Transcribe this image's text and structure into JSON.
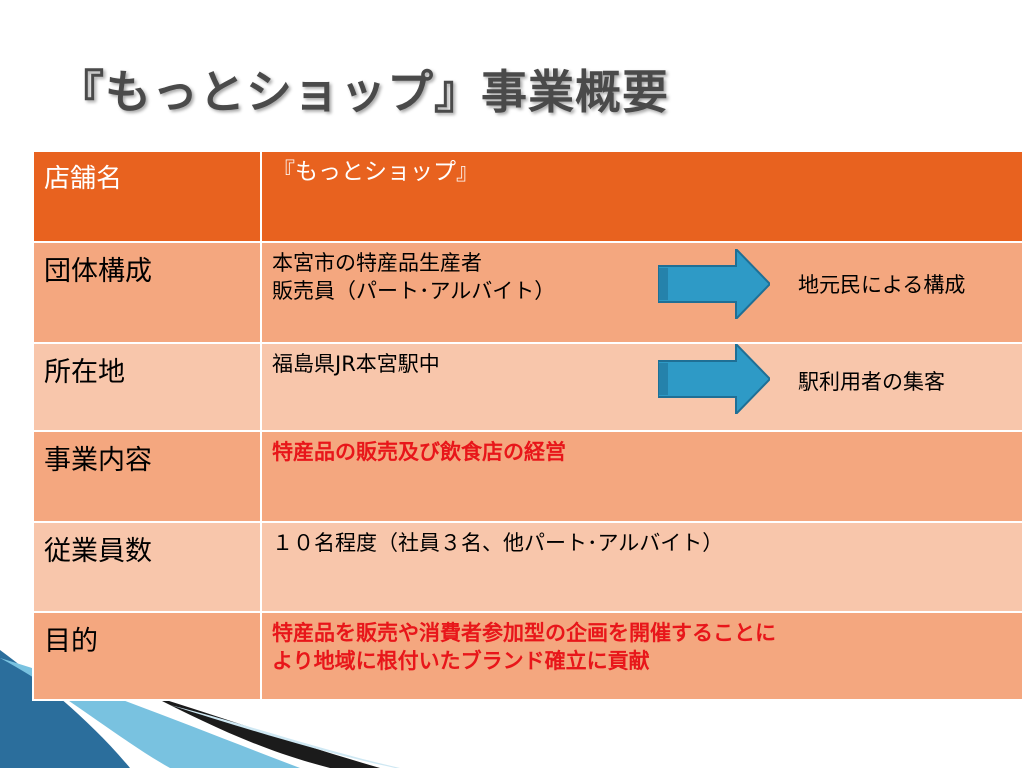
{
  "title": "『もっとショップ』事業概要",
  "rows": [
    {
      "label": "店舗名",
      "value": "『もっとショップ』"
    },
    {
      "label": "団体構成",
      "value_lines": [
        "本宮市の特産品生産者",
        "販売員（パート･アルバイト）"
      ],
      "result": "地元民による構成"
    },
    {
      "label": "所在地",
      "value": "福島県JR本宮駅中",
      "result": "駅利用者の集客"
    },
    {
      "label": "事業内容",
      "value": "特産品の販売及び飲食店の経営"
    },
    {
      "label": "従業員数",
      "value": "１０名程度（社員３名、他パート･アルバイト）"
    },
    {
      "label": "目的",
      "value_lines": [
        "特産品を販売や消費者参加型の企画を開催することに",
        "より地域に根付いたブランド確立に貢献"
      ]
    }
  ],
  "colors": {
    "header": "#e8621f",
    "row_dark": "#f4a77f",
    "row_light": "#f8c6ab",
    "emphasis_text": "#e8161a",
    "arrow": "#2e9ac6"
  }
}
